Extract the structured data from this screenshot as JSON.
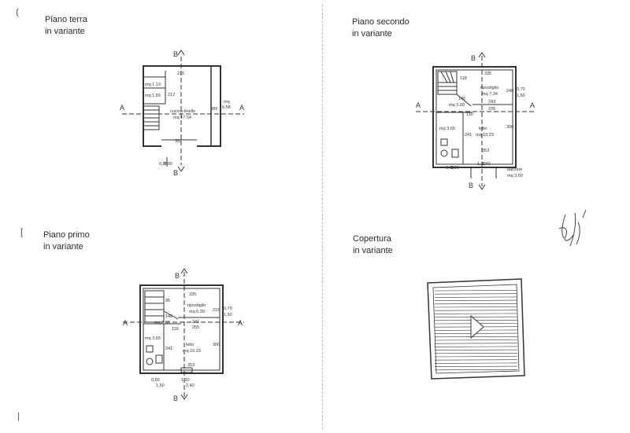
{
  "sheet": {
    "colors": {
      "ink": "#333333",
      "paper": "#ffffff",
      "fold": "#b8b8b8"
    }
  },
  "ground_floor": {
    "title": "Piano terra",
    "subtitle": "in variante",
    "section_a": "A",
    "section_b": "B",
    "dims": {
      "top": "275",
      "stair_v": "212",
      "right": "389",
      "bottom": "392",
      "win_a": "0,85",
      "win_b": "1,00"
    },
    "rooms": {
      "wc1": "mq 1.13",
      "wc2": "mq 1.55",
      "kitchen_name": "cucina-tinello",
      "kitchen_area": "mq 17.54",
      "annex_mq": "mq",
      "annex_val": "6.58"
    }
  },
  "second_floor": {
    "title": "Piano secondo",
    "subtitle": "in variante",
    "section_a": "A",
    "section_b": "B",
    "dims": {
      "top": "335",
      "d118": "118",
      "d240": "240",
      "d243": "243",
      "d235": "235",
      "d110": "110",
      "d146": "146",
      "d300": "300",
      "d241": "241",
      "d353": "353",
      "win_a": "0,70",
      "win_b": "1,50",
      "door_a": "0,60",
      "door_b": "1,50",
      "door2_a": "1,20",
      "door2_b": "2,40"
    },
    "rooms": {
      "storage_name": "ripostiglio",
      "storage_area": "mq 7.34",
      "landing": "mq 2.09",
      "bath": "mq 3.65",
      "bed_name": "letto",
      "bed_area": "mq 10.23",
      "balcony_name": "balcone",
      "balcony_area": "mq 3,60"
    }
  },
  "first_floor": {
    "title": "Piano primo",
    "subtitle": "in variante",
    "section_a": "A",
    "section_b": "B",
    "dims": {
      "top": "335",
      "d95": "95",
      "d215": "215",
      "d241": "241",
      "d255": "255",
      "d116": "116",
      "d146": "146",
      "d241b": "241",
      "d300": "300",
      "d353": "353",
      "win_a": "0,70",
      "win_b": "1,50",
      "door_a": "0,60",
      "door_b": "1,50",
      "door2_a": "1,20",
      "door2_b": "2,40"
    },
    "rooms": {
      "storage_name": "ripostiglio",
      "storage_area": "mq 6.39",
      "landing": "mq 2.09",
      "bath": "mq 3.65",
      "bed_name": "letto",
      "bed_area": "mq 10.23"
    }
  },
  "roof": {
    "title": "Copertura",
    "subtitle": "in variante"
  }
}
